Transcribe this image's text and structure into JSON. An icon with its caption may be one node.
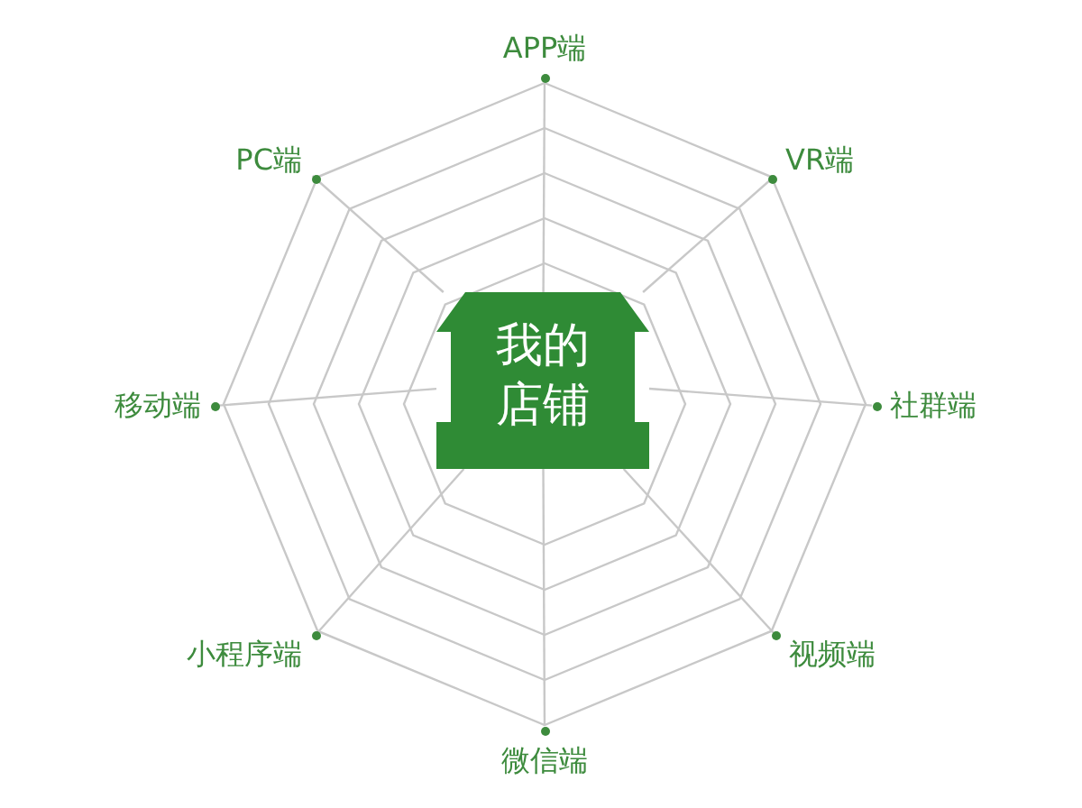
{
  "diagram": {
    "nodes": [
      {
        "text": [
          "我的店铺"
        ]
      },
      {
        "text": [
          "APP端"
        ]
      },
      {
        "text": [
          "VR端"
        ]
      },
      {
        "text": [
          "社群端"
        ]
      },
      {
        "text": [
          "视频端"
        ]
      },
      {
        "text": [
          "微信端"
        ]
      },
      {
        "text": [
          "小程序端"
        ]
      },
      {
        "text": [
          "移动端"
        ]
      },
      {
        "text": [
          "PC端"
        ]
      }
    ],
    "edges": [
      {
        "from": 0,
        "to": 1,
        "arrow": "none"
      },
      {
        "from": 0,
        "to": 2,
        "arrow": "none"
      },
      {
        "from": 0,
        "to": 3,
        "arrow": "none"
      },
      {
        "from": 0,
        "to": 4,
        "arrow": "none"
      },
      {
        "from": 0,
        "to": 5,
        "arrow": "none"
      },
      {
        "from": 0,
        "to": 6,
        "arrow": "none"
      },
      {
        "from": 0,
        "to": 7,
        "arrow": "none"
      },
      {
        "from": 0,
        "to": 8,
        "arrow": "none"
      }
    ]
  }
}
